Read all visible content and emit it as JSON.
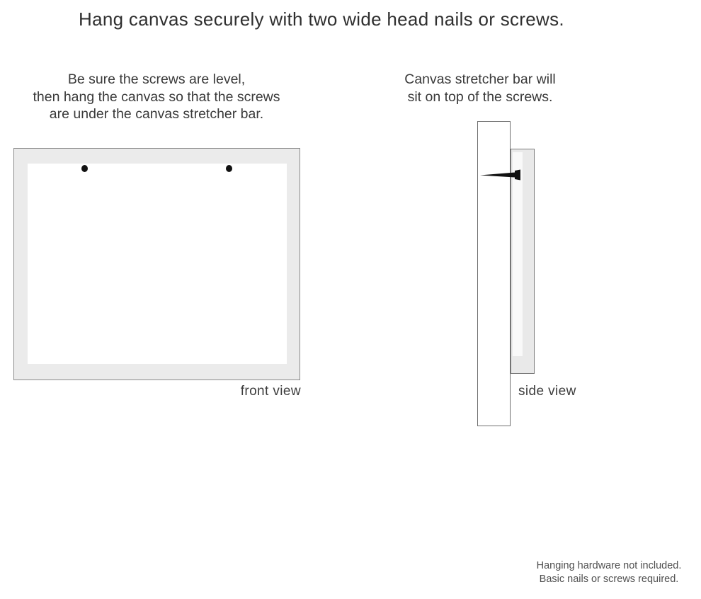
{
  "title": "Hang canvas securely with two wide head nails or screws.",
  "instructions": {
    "front": "Be sure the screws are level,\nthen hang the canvas so that the screws\nare under the canvas stretcher bar.",
    "side": "Canvas stretcher bar will\nsit on top of the screws."
  },
  "diagrams": {
    "front": {
      "label": "front view",
      "screws": [
        "left-screw-dot",
        "right-screw-dot"
      ]
    },
    "side": {
      "label": "side view",
      "hardware": "nail"
    }
  },
  "footnote": "Hanging hardware not included.\nBasic nails or screws required.",
  "colors": {
    "canvas_edge_fill": "#ebebeb",
    "canvas_border": "#8a8a8a",
    "bar_border": "#707070",
    "hardware_black": "#111111",
    "text_dark": "#2f2f2f",
    "text_body": "#3a3a3a",
    "text_footnote": "#4f4f4f"
  }
}
